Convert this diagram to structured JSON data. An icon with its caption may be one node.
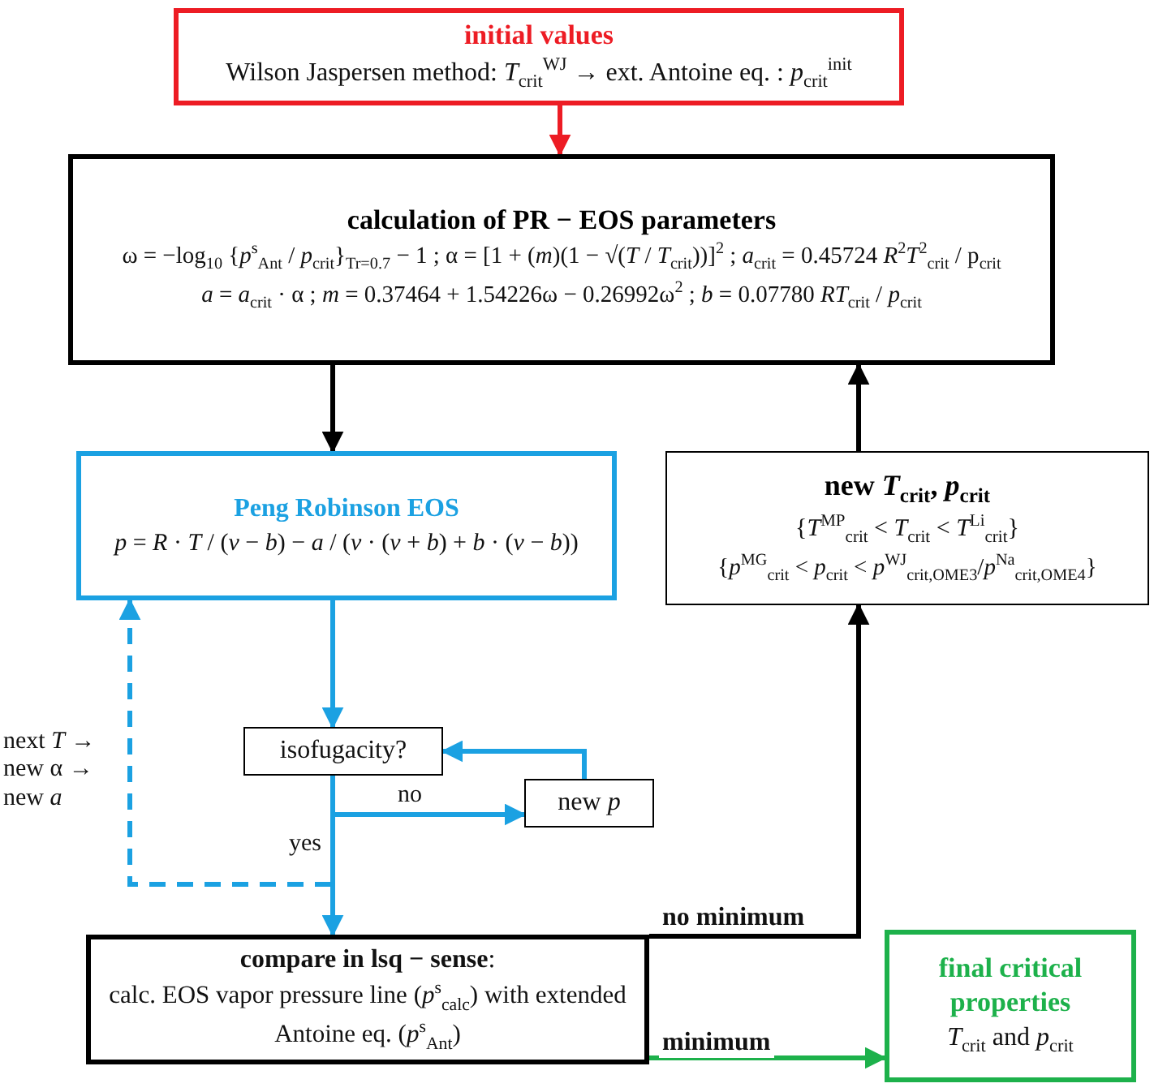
{
  "diagram": {
    "nodes": [
      {
        "text": [
          "initial values",
          "Wilson Jaspersen method: *T*$_{crit}$$^{WJ}$ → ext. Antoine eq. : *p*$_{crit}$$^{init}$"
        ]
      },
      {
        "text": [
          "calculation of PR − EOS parameters",
          "ω = −log$_{10}$ {*p*$^{s}$$_{Ant}$ / *p*$_{crit}$}$_{Tr=0.7}$ − 1 ; α = [1 + (*m*)(1 − √(*T* / *T*$_{crit}$))]$^{2}$ ; *a*$_{crit}$ = 0.45724 *R*$^{2}$*T*$^{2}$$_{crit}$ / p$_{crit}$",
          "*a* = *a*$_{crit}$ · α ; *m* = 0.37464 + 1.54226ω − 0.26992ω$^{2}$ ; *b* = 0.07780 *RT*$_{crit}$ / *p*$_{crit}$"
        ]
      },
      {
        "text": [
          "Peng Robinson EOS",
          "*p* = *R* · *T* / (*v* − *b*) − *a* / (*v* · (*v* + *b*) + *b* · (*v* − *b*))"
        ]
      },
      {
        "text": [
          "new *T*$_{crit}$, *p*$_{crit}$",
          "{*T*$^{MP}$$_{crit}$ < *T*$_{crit}$ < *T*$^{Li}$$_{crit}$}",
          "{*p*$^{MG}$$_{crit}$ < *p*$_{crit}$ < *p*$^{WJ}$$_{crit,OME3}$/*p*$^{Na}$$_{crit,OME4}$}"
        ]
      },
      {
        "text": [
          "isofugacity?"
        ]
      },
      {
        "text": [
          "new *p*"
        ]
      },
      {
        "text": [
          "**compare in lsq − sense**:",
          "calc. EOS vapor pressure line (*p*$^{s}$$_{calc}$) with extended Antoine eq. (*p*$^{s}$$_{Ant}$)"
        ]
      },
      {
        "text": [
          "final critical properties",
          "*T*$_{crit}$ and *p*$_{crit}$"
        ]
      }
    ],
    "edges": [
      {
        "from": 0,
        "to": 1,
        "arrow": "to",
        "color": "#ed1c24"
      },
      {
        "from": 1,
        "to": 2,
        "arrow": "to",
        "color": "#000000"
      },
      {
        "from": 3,
        "to": 1,
        "arrow": "to",
        "color": "#000000"
      },
      {
        "from": 2,
        "to": 4,
        "arrow": "to"
      },
      {
        "from": 4,
        "to": 5,
        "label": "no",
        "arrow": "to"
      },
      {
        "from": 5,
        "to": 4,
        "arrow": "to"
      },
      {
        "from": 4,
        "to": 6,
        "label": "yes",
        "arrow": "to"
      },
      {
        "from": 4,
        "to": 2,
        "label": "next *T* → new α → new *a*",
        "arrow": "to",
        "style": "dashed"
      },
      {
        "from": 6,
        "to": 3,
        "label": "no minimum",
        "arrow": "to",
        "color": "#000000"
      },
      {
        "from": 6,
        "to": 7,
        "label": "minimum",
        "arrow": "to",
        "color": "#1db14b"
      }
    ]
  }
}
